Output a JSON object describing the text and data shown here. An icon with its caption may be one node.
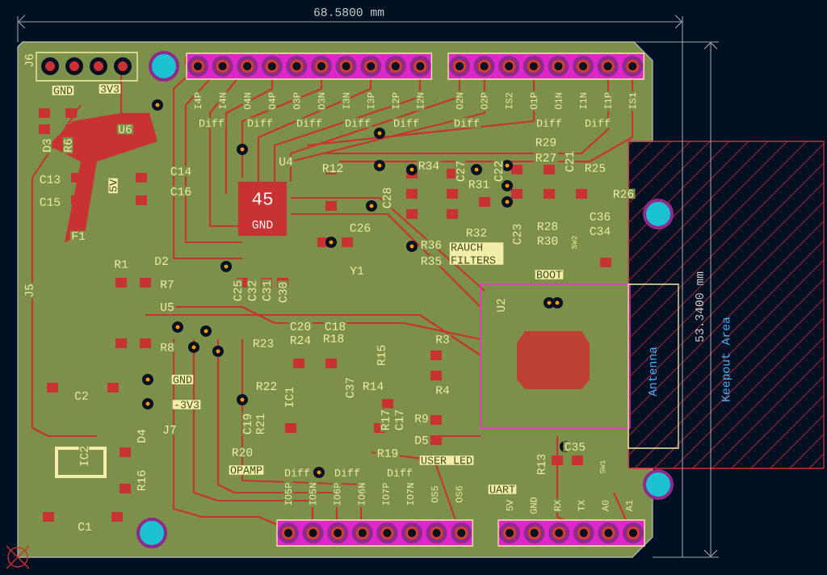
{
  "diagram": {
    "labels": [
      "68.5800 mm",
      "53.3400 mm",
      "Keepout Area",
      "Antenna",
      "J6",
      "GND",
      "3V3",
      "U6",
      "D3",
      "R6",
      "C13",
      "C15",
      "C14",
      "C16",
      "5V",
      "F1",
      "R1",
      "D2",
      "J5",
      "R7",
      "U5",
      "R8",
      "C2",
      "C1",
      "IC2",
      "D4",
      "R16",
      "J7",
      "GND",
      "-3V3",
      "U4",
      "45",
      "GND",
      "R12",
      "C26",
      "Y1",
      "C25",
      "C32",
      "C31",
      "C30",
      "C20",
      "C18",
      "R24",
      "R18",
      "R23",
      "R22",
      "C19",
      "R21",
      "R20",
      "OPAMP",
      "IC1",
      "C37",
      "R15",
      "R14",
      "R17",
      "C17",
      "R19",
      "R9",
      "D5",
      "USER LED",
      "R3",
      "R4",
      "U2",
      "R34",
      "C27",
      "R31",
      "C28",
      "C22",
      "C23",
      "R32",
      "R36",
      "R35",
      "RAUCH FILTERS",
      "R29",
      "R27",
      "C21",
      "R25",
      "R26",
      "C36",
      "C34",
      "R28",
      "R30",
      "BOOT",
      "SW2",
      "C35",
      "R13",
      "SW1",
      "UART",
      "I4P",
      "I4N",
      "O4N",
      "O4P",
      "O3P",
      "O3N",
      "I3N",
      "I3P",
      "I2P",
      "I2N",
      "O2N",
      "O2P",
      "IS2",
      "O1P",
      "O1N",
      "I1N",
      "I1P",
      "IS1",
      "Diff",
      "Diff",
      "Diff",
      "Diff",
      "Diff",
      "Diff",
      "Diff",
      "Diff",
      "Diff",
      "Diff",
      "Diff",
      "IO5P",
      "IO5N",
      "IO6P",
      "IO6N",
      "IO7P",
      "IO7N",
      "OS5",
      "OS6",
      "5V",
      "GND",
      "RX",
      "TX",
      "A0",
      "A1"
    ]
  }
}
